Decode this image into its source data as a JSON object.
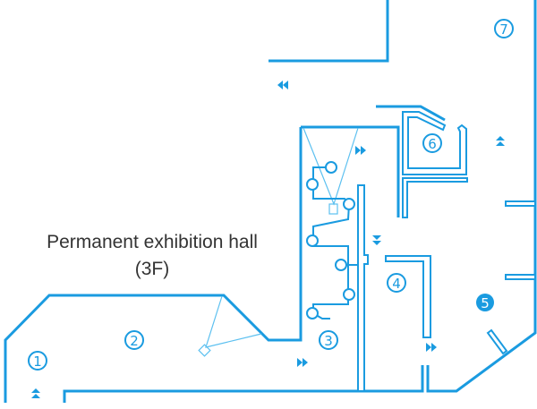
{
  "title": {
    "line1": "Permanent exhibition hall",
    "line2": "(3F)"
  },
  "rooms": [
    {
      "label": "1",
      "filled": false
    },
    {
      "label": "2",
      "filled": false
    },
    {
      "label": "3",
      "filled": false
    },
    {
      "label": "4",
      "filled": false
    },
    {
      "label": "5",
      "filled": true
    },
    {
      "label": "6",
      "filled": false
    },
    {
      "label": "7",
      "filled": false
    }
  ],
  "colors": {
    "wall": "#1a9be0",
    "text": "#333333"
  },
  "icons": [
    "double-chevron-left-icon",
    "double-chevron-right-icon",
    "double-chevron-down-icon",
    "double-chevron-up-icon"
  ]
}
